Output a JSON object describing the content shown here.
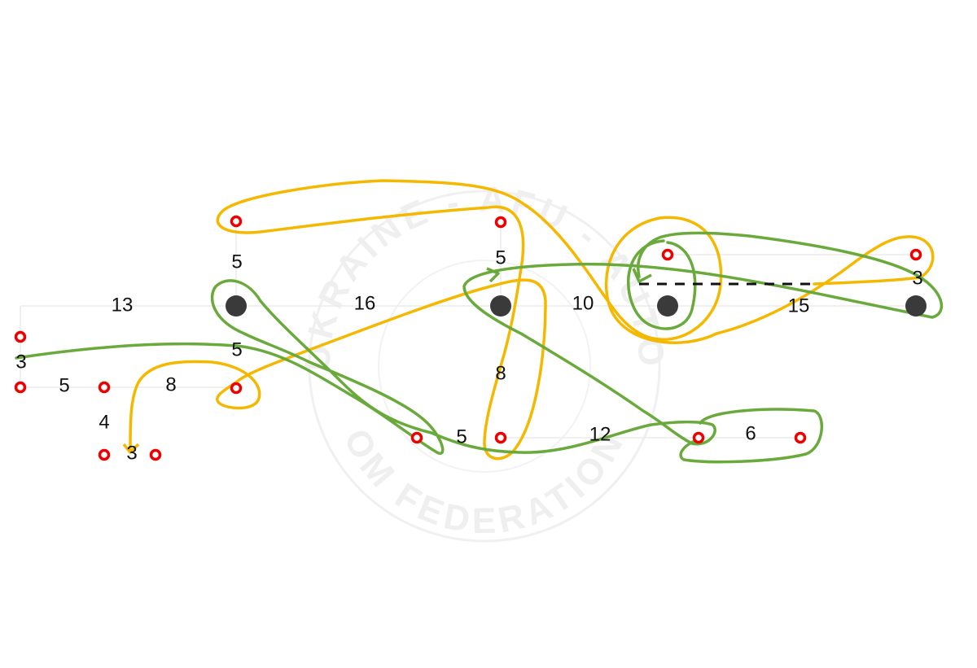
{
  "watermark": {
    "top_text": "UKRAINE - AFU - AUTO",
    "bottom_text": "OM FEDERATION",
    "color": "#f0f0f0"
  },
  "colors": {
    "green_line": "#6aaa3c",
    "yellow_line": "#f5b800",
    "cone_stroke": "#ee0000",
    "pylon_fill": "#3a3a3a",
    "reference_line": "#ebebeb",
    "stop_line": "#111111"
  },
  "icons": {
    "cone": "red-ring-cone-icon",
    "pylon": "dark-disc-pylon-icon",
    "arrow": "arrowhead-icon"
  },
  "distances": [
    {
      "id": "d-13",
      "text": "13"
    },
    {
      "id": "d-16",
      "text": "16"
    },
    {
      "id": "d-10",
      "text": "10"
    },
    {
      "id": "d-15",
      "text": "15"
    },
    {
      "id": "d-5-top-left",
      "text": "5"
    },
    {
      "id": "d-5-top-mid",
      "text": "5"
    },
    {
      "id": "d-5-mid-left",
      "text": "5"
    },
    {
      "id": "d-3-right",
      "text": "3"
    },
    {
      "id": "d-3-left",
      "text": "3"
    },
    {
      "id": "d-5-left",
      "text": "5"
    },
    {
      "id": "d-8-left",
      "text": "8"
    },
    {
      "id": "d-8-mid",
      "text": "8"
    },
    {
      "id": "d-4",
      "text": "4"
    },
    {
      "id": "d-3-bottom",
      "text": "3"
    },
    {
      "id": "d-5-bottom",
      "text": "5"
    },
    {
      "id": "d-12",
      "text": "12"
    },
    {
      "id": "d-6",
      "text": "6"
    }
  ]
}
